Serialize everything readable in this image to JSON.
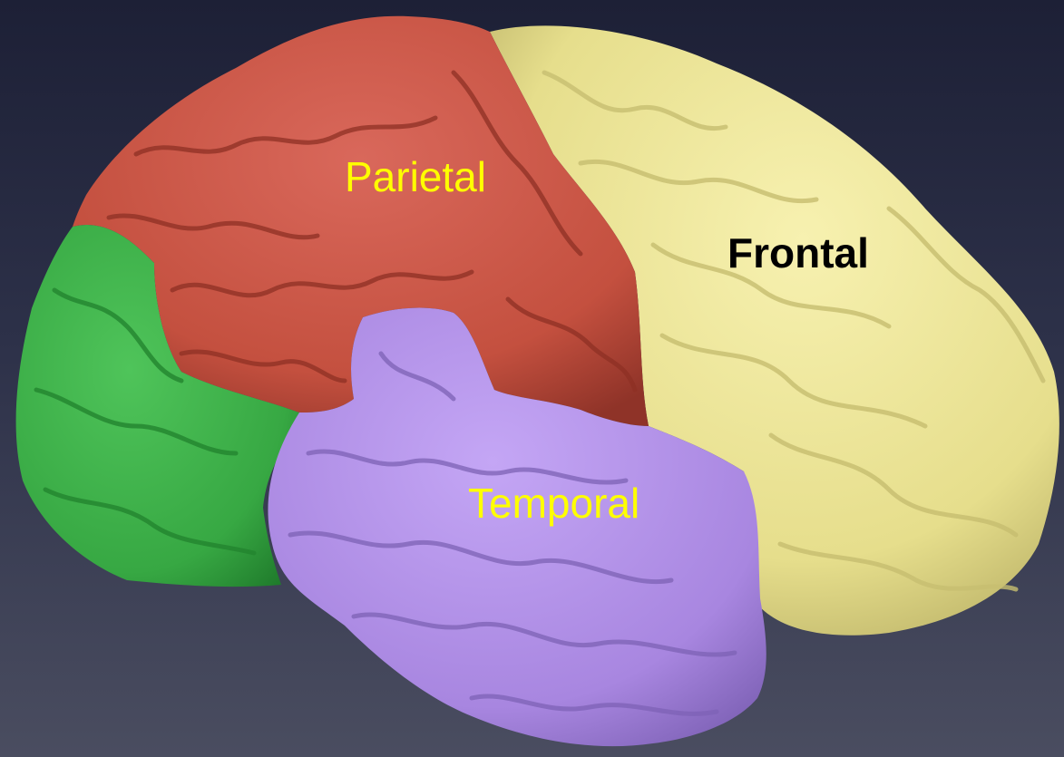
{
  "lobes": {
    "parietal": {
      "label": "Parietal",
      "fill": "#c95448",
      "label_color": "#ffff00"
    },
    "frontal": {
      "label": "Frontal",
      "fill": "#ece597",
      "label_color": "#000000"
    },
    "temporal": {
      "label": "Temporal",
      "fill": "#b08fe6",
      "label_color": "#ffff00"
    },
    "occipital": {
      "label": "",
      "fill": "#3db249",
      "label_color": ""
    }
  },
  "background": {
    "top": "#1d2036",
    "bottom": "#4a4d60"
  }
}
